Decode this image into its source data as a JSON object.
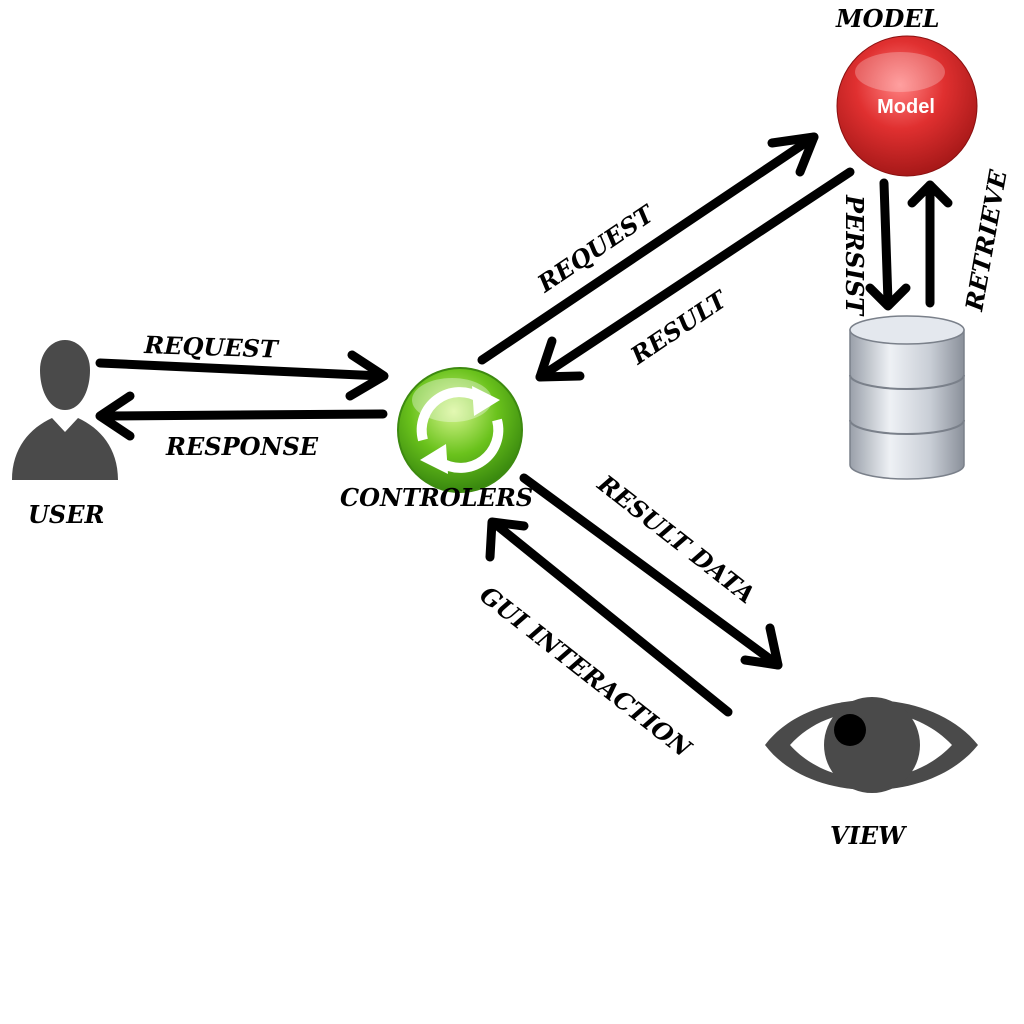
{
  "nodes": {
    "user": "USER",
    "controllers": "CONTROLERS",
    "model_title": "MODEL",
    "model_badge": "Model",
    "view": "VIEW"
  },
  "edges": {
    "user_to_controller": "REQUEST",
    "controller_to_user": "RESPONSE",
    "controller_to_model": "REQUEST",
    "model_to_controller": "RESULT",
    "model_to_db": "PERSIST",
    "db_to_model": "RETRIEVE",
    "controller_to_view": "RESULT DATA",
    "view_to_controller": "GUI INTERACTION"
  },
  "colors": {
    "model_red": "#e03030",
    "controller_green": "#6ac21c",
    "icon_gray": "#4a4a4a",
    "database_silver": "#c9ced6"
  }
}
